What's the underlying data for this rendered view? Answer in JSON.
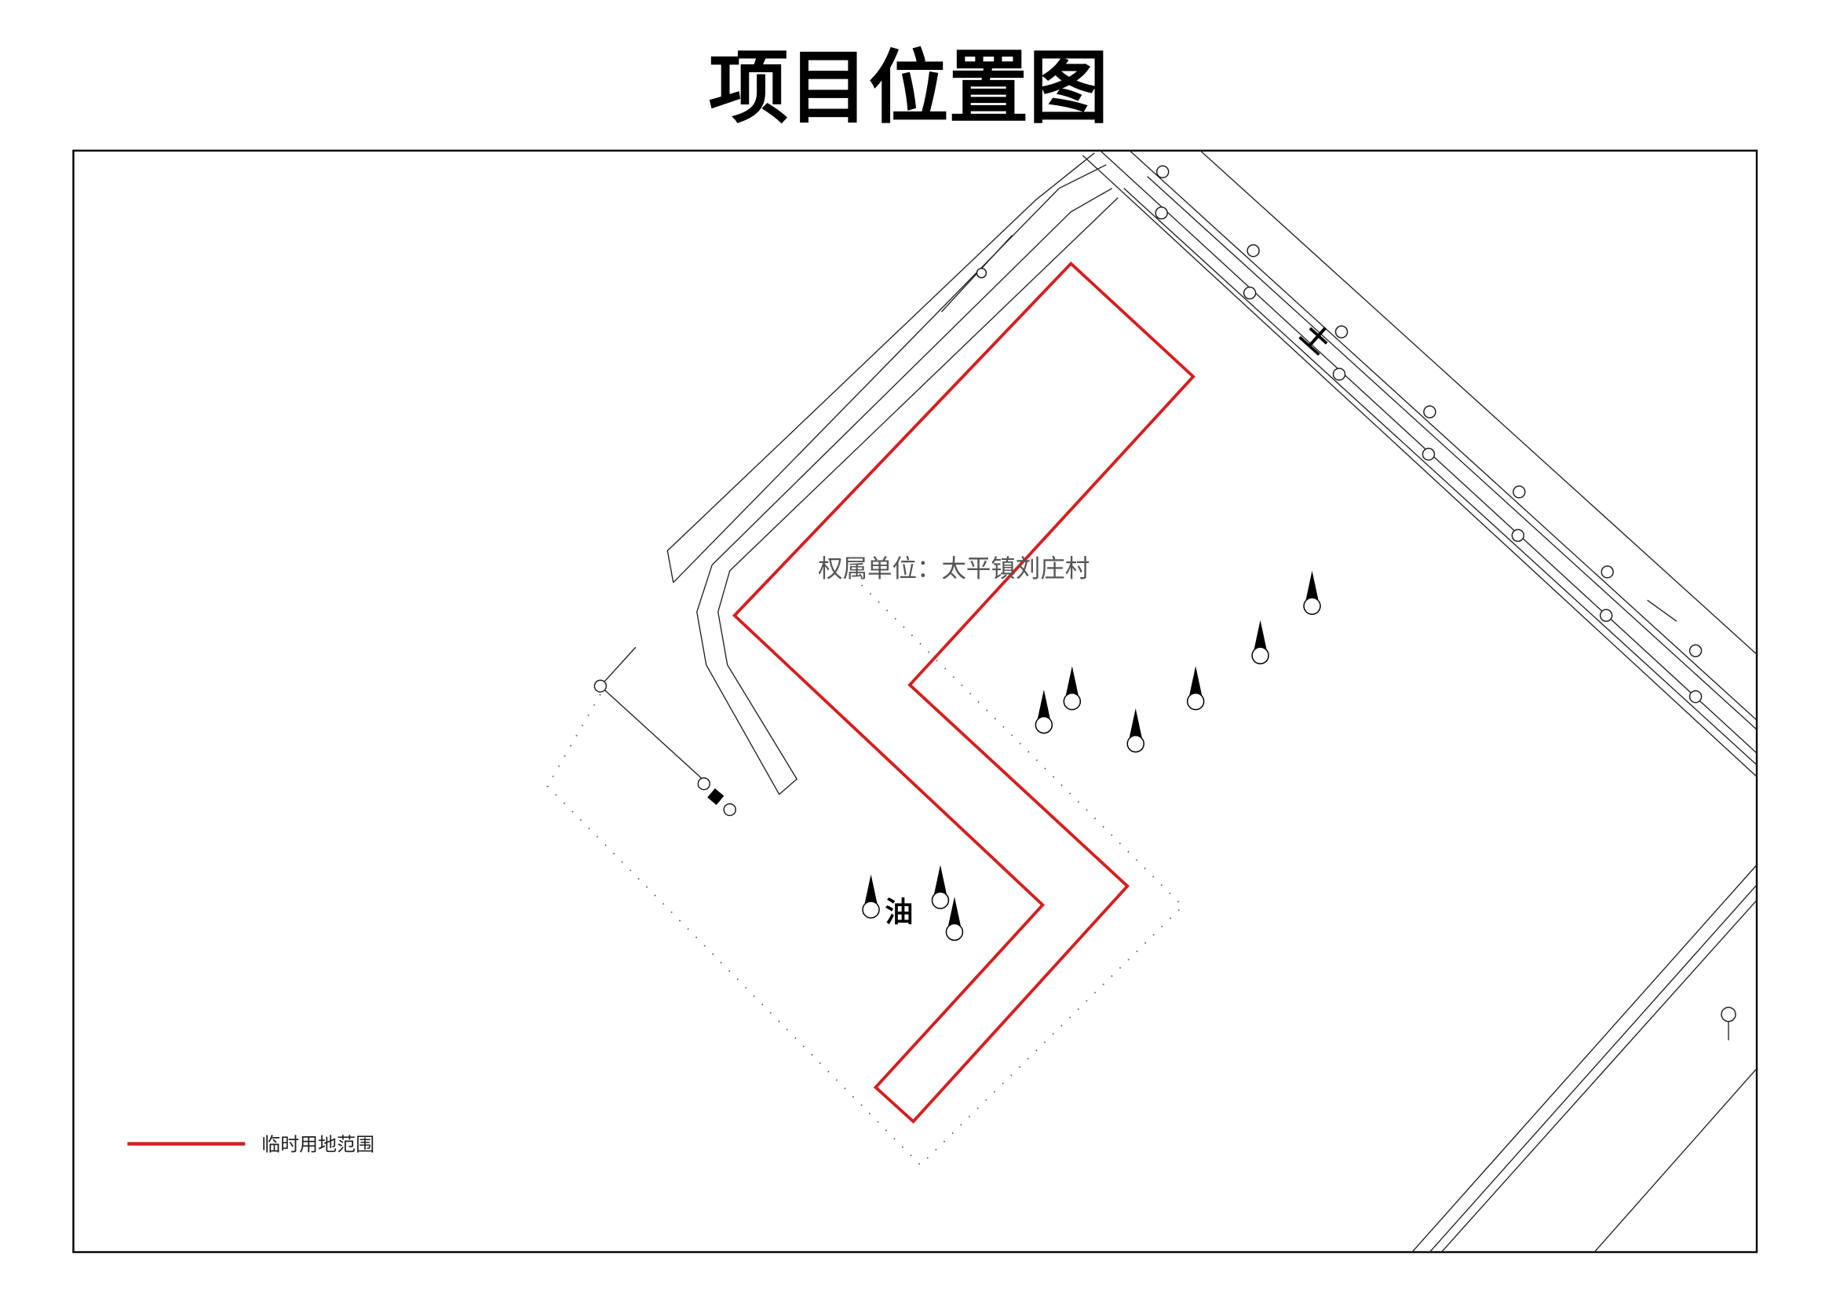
{
  "title": "项目位置图",
  "owner_label": "权属单位：太平镇刘庄村",
  "map_symbols": {
    "oil": "油",
    "soil": "土"
  },
  "legend": {
    "items": [
      {
        "label": "临时用地范围",
        "color": "#d42020"
      }
    ]
  },
  "colors": {
    "boundary": "#d42020",
    "lines": "#222222"
  }
}
